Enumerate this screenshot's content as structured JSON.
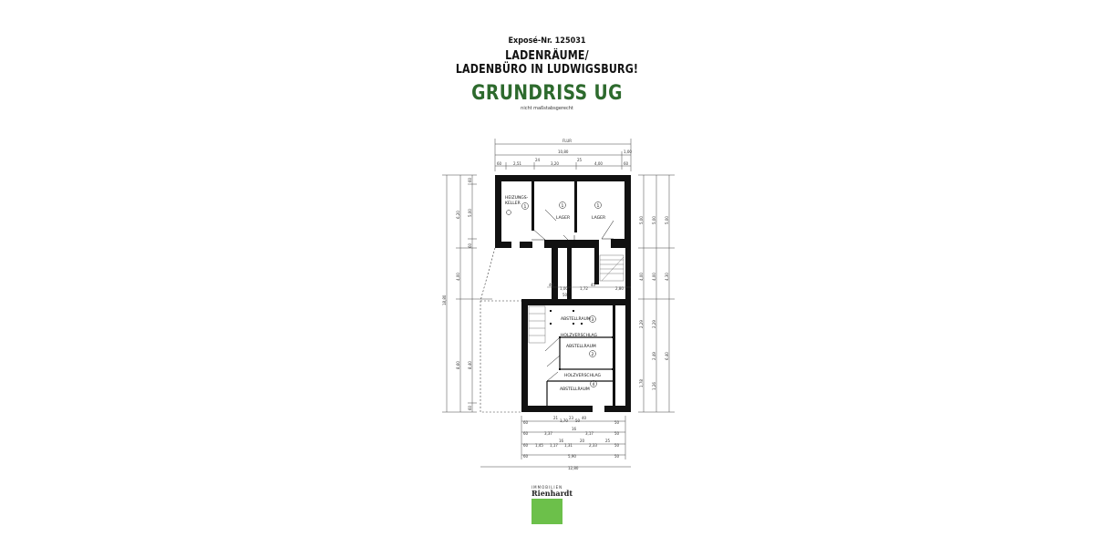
{
  "header": {
    "expose_number": "Exposé-Nr. 125031",
    "title_line1": "LADENRÄUME/",
    "title_line2": "LADENBÜRO IN LUDWIGSBURG!",
    "subtitle": "GRUNDRISS UG",
    "scale_note": "nicht maßstabsgerecht"
  },
  "colors": {
    "accent_green": "#2d6a2d",
    "logo_green": "#6cc04a",
    "wall": "#111111"
  },
  "floorplan": {
    "rooms": [
      {
        "name": "HEIZUNGS-\nKELLER",
        "line1": "HEIZUNGS-",
        "line2": "KELLER",
        "number": "1"
      },
      {
        "name": "LAGER",
        "number": "1"
      },
      {
        "name": "LAGER",
        "number": "1"
      },
      {
        "name": "ABSTELLRAUM",
        "number": "3"
      },
      {
        "name": "HOLZVERSCHLAG",
        "number": ""
      },
      {
        "name": "ABSTELLRAUM",
        "number": "2"
      },
      {
        "name": "HOLZVERSCHLAG",
        "number": ""
      },
      {
        "name": "ABSTELLRAUM",
        "number": "4"
      }
    ],
    "top_dims": {
      "row1": "FLUR",
      "row2": "10,80",
      "row2_side": "1,00",
      "row3": [
        "60",
        "2,51",
        "24",
        "3,20",
        "25",
        "4,00",
        "60"
      ]
    },
    "middle_dims": [
      "40",
      "1,00",
      "50",
      "1,72",
      "45",
      "2,80"
    ],
    "bottom_dims": {
      "row1": [
        "60",
        "21",
        "1,70",
        "23",
        "50",
        "40",
        "50"
      ],
      "row2": [
        "60",
        "3,37",
        "16",
        "3,17",
        "50"
      ],
      "row3": [
        "60",
        "1,45",
        "1,17",
        "16",
        "1,31",
        "20",
        "2,33",
        "25",
        "50"
      ],
      "row4": [
        "60",
        "5,90",
        "50"
      ],
      "row5": "12,80"
    },
    "left_dims": {
      "outer": "18,80",
      "mid": [
        "6,20",
        "4,00",
        "8,60"
      ],
      "inner": [
        "60",
        "5,00",
        "60",
        "8,40",
        "60"
      ]
    },
    "right_dims": {
      "col1": [
        "60",
        "5,00",
        "60",
        "4,00",
        "50",
        "21",
        "2,29",
        "20",
        "1,78",
        "60"
      ],
      "col2": [
        "60",
        "5,00",
        "60",
        "4,00",
        "25",
        "2,29",
        "14",
        "2,49",
        "20",
        "1,26",
        "60"
      ],
      "col3": [
        "60",
        "5,00",
        "60",
        "4,30",
        "50",
        "6,40",
        "60"
      ]
    }
  },
  "logo": {
    "small_text": "IMMOBILIEN",
    "brand": "Rienhardt"
  }
}
